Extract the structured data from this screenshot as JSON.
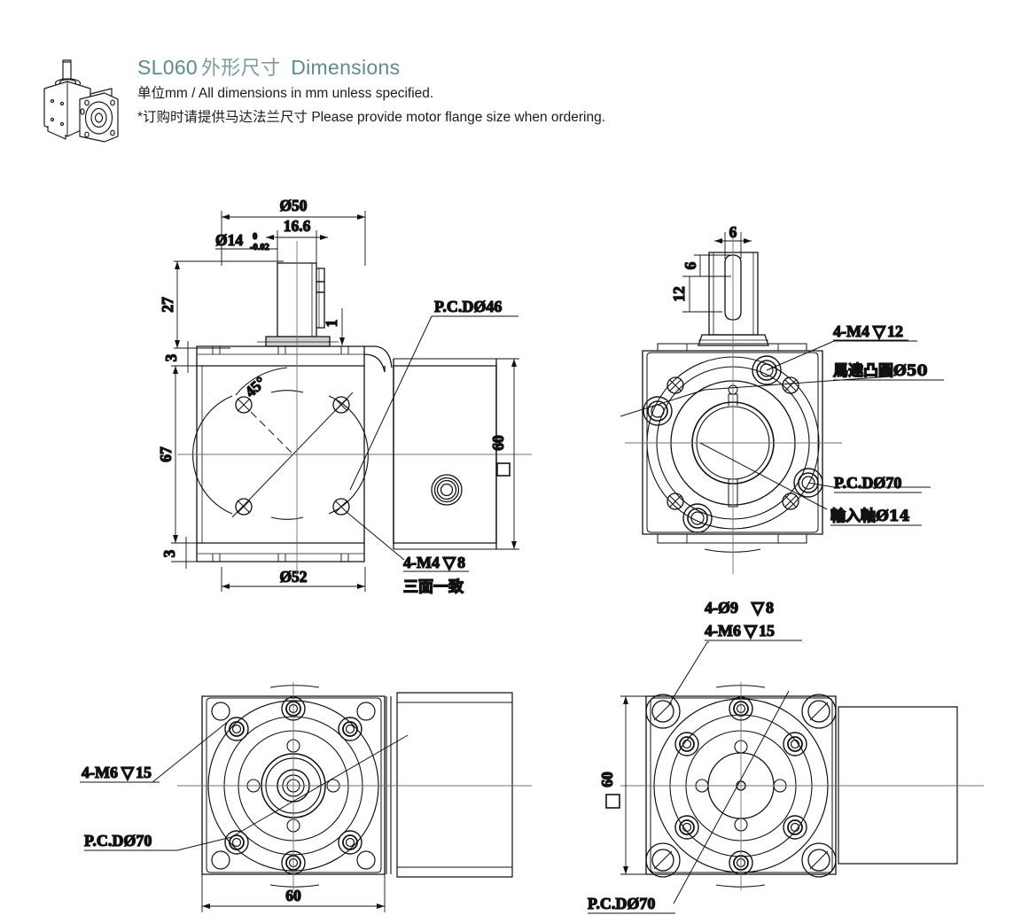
{
  "header": {
    "thumbnail_icon": "gearbox-3d-icon",
    "title_model": "SL060",
    "title_cjk": "外形尺寸",
    "title_latin": "Dimensions",
    "subtitle_1": "单位mm / All dimensions in mm unless specified.",
    "subtitle_2": "*订购时请提供马达法兰尺寸 Please provide motor flange size when ordering.",
    "title_color": "#5c8c8c"
  },
  "views": {
    "top_left": {
      "name": "front-side-section-view",
      "dimensions": {
        "outer_dia": "Ø50",
        "shaft_len": "16.6",
        "shaft_dia": "Ø14",
        "shaft_tol_upper": "0",
        "shaft_tol_lower": "0.02",
        "height_27": "27",
        "flange_thk_top": "3",
        "body_height": "67",
        "flange_thk_bottom": "3",
        "base_dia": "Ø52",
        "step_1": "1",
        "angle": "45°",
        "square_60": "60"
      },
      "notes": {
        "pcd": "P.C.DØ46",
        "tap": "4-M4",
        "tap_depth": "8",
        "tap_cjk": "三面一致"
      }
    },
    "top_right": {
      "name": "input-flange-view",
      "dimensions": {
        "key_width": "6",
        "key_height": "6",
        "key_length": "12",
        "square_label": ""
      },
      "notes": {
        "tap": "4-M4",
        "tap_depth": "12",
        "motor_boss": "馬達凸圓Ø50",
        "pcd": "P.C.DØ70",
        "input_shaft": "輸入軸Ø14"
      }
    },
    "bottom_left": {
      "name": "output-flange-front-view",
      "dimensions": {
        "width_60": "60"
      },
      "notes": {
        "tap": "4-M6",
        "tap_depth": "15",
        "pcd": "P.C.DØ70"
      }
    },
    "bottom_right": {
      "name": "output-flange-rear-view",
      "dimensions": {
        "square_60": "60"
      },
      "notes": {
        "through_hole": "4-Ø9",
        "through_depth": "8",
        "tap": "4-M6",
        "tap_depth": "15",
        "pcd": "P.C.DØ70"
      }
    }
  },
  "symbols": {
    "depth": "▽",
    "square": "□",
    "diameter": "Ø"
  },
  "colors": {
    "line": "#111111",
    "centerline": "#6f6f6f",
    "background": "#ffffff"
  }
}
